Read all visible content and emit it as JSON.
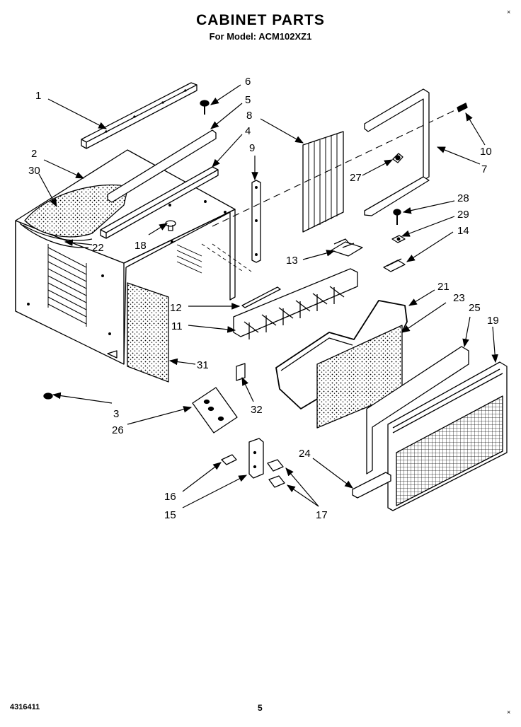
{
  "header": {
    "title": "CABINET PARTS",
    "subtitle": "For Model: ACM102XZ1"
  },
  "footer": {
    "code": "4316411",
    "page": "5"
  },
  "callouts": [
    "1",
    "2",
    "3",
    "4",
    "5",
    "6",
    "7",
    "8",
    "9",
    "10",
    "11",
    "12",
    "13",
    "14",
    "15",
    "16",
    "17",
    "18",
    "19",
    "21",
    "22",
    "23",
    "24",
    "25",
    "26",
    "27",
    "28",
    "29",
    "30",
    "31",
    "32"
  ]
}
